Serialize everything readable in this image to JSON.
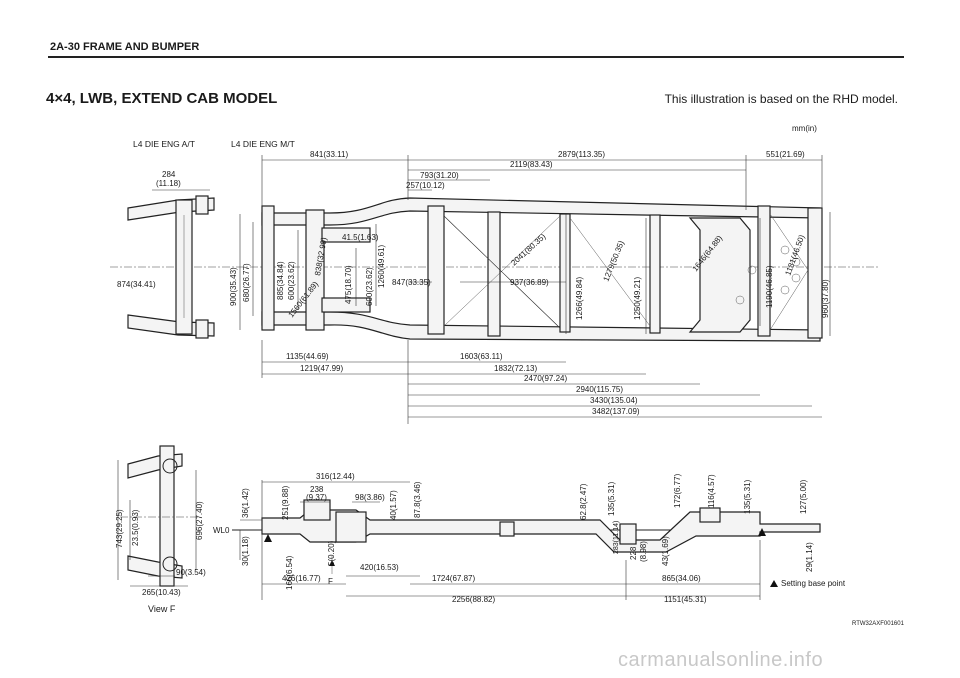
{
  "header": {
    "section": "2A-30  FRAME AND BUMPER"
  },
  "title": "4×4, LWB, EXTEND CAB MODEL",
  "note": "This illustration is based on the RHD model.",
  "units": "mm(in)",
  "engine_labels": {
    "at": "L4 DIE ENG A/T",
    "mt": "L4 DIE ENG M/T"
  },
  "view_label": "View F",
  "legend": {
    "setting_base_point": "Setting base point"
  },
  "figure_code": "RTW32AXF001601",
  "watermark": "carmanualsonline.info",
  "dims": {
    "d284": "284",
    "d284in": "(11.18)",
    "d841": "841(33.11)",
    "d2879": "2879(113.35)",
    "d551": "551(21.69)",
    "d2119": "2119(83.43)",
    "d793": "793(31.20)",
    "d257": "257(10.12)",
    "d874": "874(34.41)",
    "d900": "900(35.43)",
    "d680": "680(26.77)",
    "d885": "885(34.84)",
    "d600a": "600(23.62)",
    "d1560": "1560(61.89)",
    "d838": "838(32.99)",
    "d41": "41.5(1.63)",
    "d1260": "1260(49.61)",
    "d475": "475(18.70)",
    "d600b": "600(23.62)",
    "d847": "847(33.35)",
    "d2041": "2041(80.35)",
    "d937": "937(36.89)",
    "d1279": "1279(50.35)",
    "d1266": "1266(49.84)",
    "d1250": "1250(49.21)",
    "d1646": "1646(64.88)",
    "d1190": "1190(46.85)",
    "d1181": "1181(46.50)",
    "d960": "960(37.80)",
    "d1135": "1135(44.69)",
    "d1603": "1603(63.11)",
    "d1219": "1219(47.99)",
    "d1832": "1832(72.13)",
    "d2470": "2470(97.24)",
    "d2940": "2940(115.75)",
    "d3430": "3430(135.04)",
    "d3482": "3482(137.09)",
    "d743": "743(29.25)",
    "d23": "23.5(0.93)",
    "d696": "696(27.40)",
    "d90": "90(3.54)",
    "d265": "265(10.43)",
    "d316": "316(12.44)",
    "d238": "238",
    "d238in": "(9.37)",
    "d98": "98(3.86)",
    "d40": "40(1.57)",
    "d36": "36(1.42)",
    "d251": "251(9.88)",
    "d87": "87.8(3.46)",
    "d62": "62.8(2.47)",
    "d135a": "135(5.31)",
    "d172": "172(6.77)",
    "d116": "116(4.57)",
    "d135b": "135(5.31)",
    "d127": "127(5.00)",
    "wl0": "WL0",
    "d30": "30(1.18)",
    "d166": "166(6.54)",
    "d5": "5(0.20)",
    "f": "F",
    "d420": "420(16.53)",
    "d426": "426(16.77)",
    "d1724": "1724(67.87)",
    "d283": "283(11.14)",
    "d228": "228",
    "d228in": "(8.98)",
    "d43": "43(1.69)",
    "d865": "865(34.06)",
    "d29": "29(1.14)",
    "d2256": "2256(88.82)",
    "d1151": "1151(45.31)"
  }
}
